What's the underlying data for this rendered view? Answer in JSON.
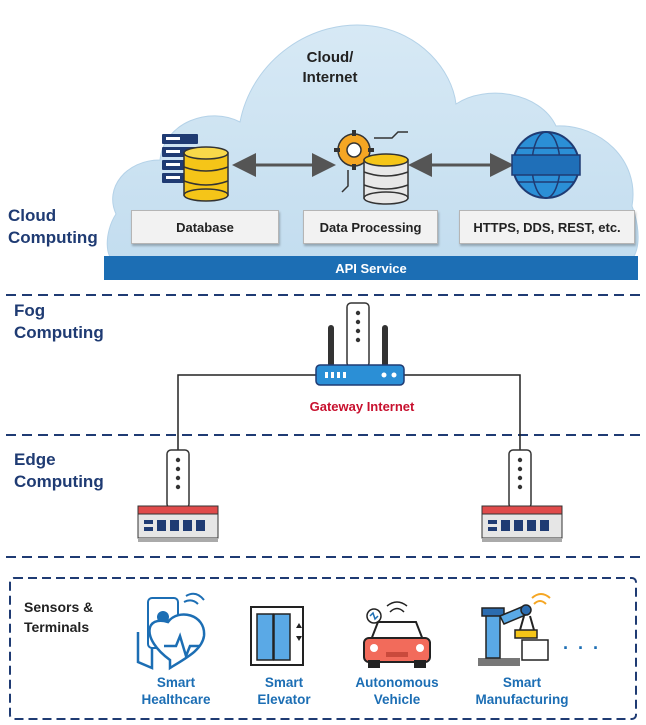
{
  "cloud": {
    "title": "Cloud/\nInternet",
    "services": [
      "Database",
      "Data Processing",
      "HTTPS, DDS, REST, etc."
    ],
    "api_service": "API Service",
    "icons": [
      "database-server-icon",
      "data-processing-gear-icon",
      "www-globe-icon"
    ]
  },
  "layers": {
    "cloud": "Cloud\nComputing",
    "fog": "Fog\nComputing",
    "edge": "Edge\nComputing"
  },
  "gateway": {
    "label": "Gateway Internet",
    "icon": "router-icon"
  },
  "edge_devices": [
    "network-switch-icon",
    "network-switch-icon"
  ],
  "sensors": {
    "title": "Sensors &\nTerminals",
    "terminals": [
      {
        "label": "Smart\nHealthcare",
        "icon": "smart-healthcare-icon"
      },
      {
        "label": "Smart\nElevator",
        "icon": "elevator-icon"
      },
      {
        "label": "Autonomous\nVehicle",
        "icon": "autonomous-vehicle-icon"
      },
      {
        "label": "Smart\nManufacturing",
        "icon": "robot-arm-icon"
      }
    ],
    "more": "· · ·"
  },
  "colors": {
    "cloud_fill": "#cfe4f2",
    "accent_blue": "#1c6eb4",
    "layer_label": "#1f3b73",
    "gateway_red": "#c8102e",
    "database_yellow": "#f5c518",
    "dashed_line": "#1f3b73"
  }
}
